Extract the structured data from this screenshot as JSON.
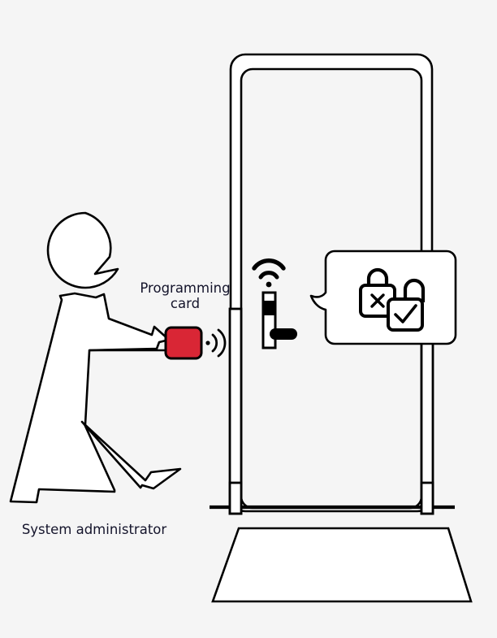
{
  "diagram": {
    "title": "System administrator presenting a programming card to a door reader",
    "background_color": "#f5f5f5",
    "stroke_color": "#000000",
    "fill_color": "#ffffff",
    "text_color": "#14142b",
    "accent_color": "#d92635"
  },
  "labels": {
    "programming_card": "Programming\ncard",
    "system_administrator": "System administrator"
  },
  "actor": {
    "name": "System administrator",
    "icon": "walking-person-icon",
    "fill": "#ffffff",
    "stroke": "#000000"
  },
  "card": {
    "name": "Programming card",
    "icon": "access-card-icon",
    "color": "#d92635",
    "stroke": "#000000",
    "signal_icon": "rfid-signal-icon",
    "signal_arcs": 2
  },
  "door": {
    "name": "Door",
    "frame_icon": "door-frame-icon",
    "panel_icon": "door-panel-icon",
    "floor_icon": "floor-line-icon",
    "mat_icon": "floor-mat-icon"
  },
  "reader": {
    "name": "Electronic door lock with card reader",
    "icon": "card-reader-icon",
    "wifi_icon": "wifi-signal-icon",
    "handle_icon": "door-handle-icon",
    "wifi_arcs": 2
  },
  "callout": {
    "name": "Lock state callout",
    "icon": "speech-bubble-icon",
    "items": [
      {
        "icon": "padlock-closed-x-icon",
        "state": "locked",
        "mark": "x"
      },
      {
        "icon": "padlock-open-check-icon",
        "state": "unlocked",
        "mark": "check"
      }
    ]
  }
}
